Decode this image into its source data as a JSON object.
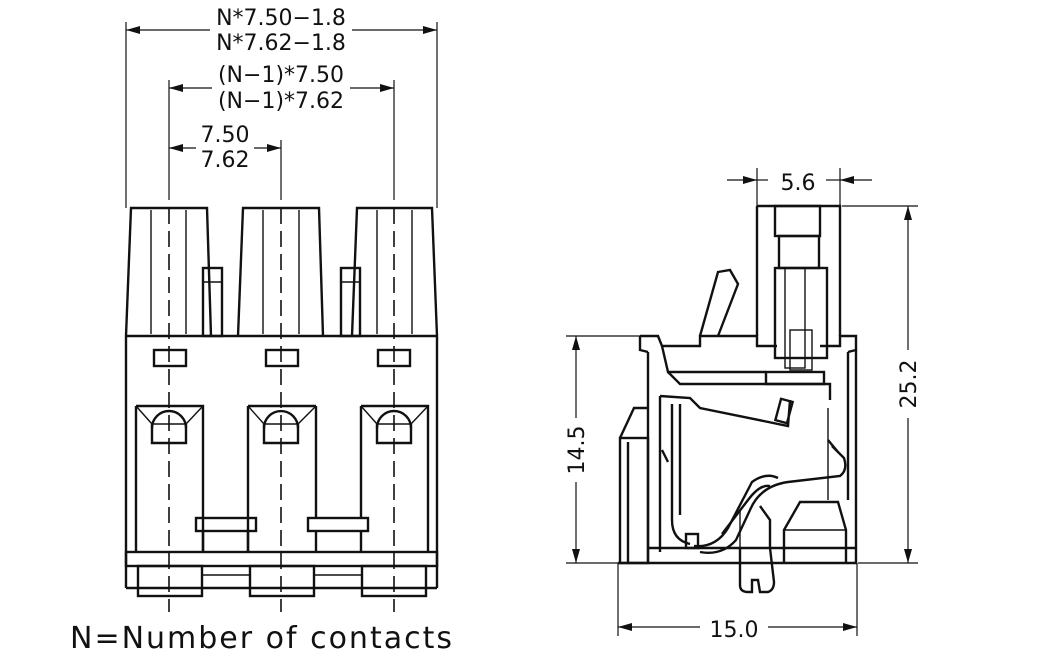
{
  "front_view": {
    "overall_width_dims": [
      "N*7.50−1.8",
      "N*7.62−1.8"
    ],
    "span_dims": [
      "(N−1)*7.50",
      "(N−1)*7.62"
    ],
    "pitch_dims": [
      "7.50",
      "7.62"
    ]
  },
  "side_view": {
    "top_width_dim": "5.6",
    "total_height_dim": "25.2",
    "body_height_dim": "14.5",
    "bottom_width_dim": "15.0"
  },
  "note": "N=Number of contacts"
}
